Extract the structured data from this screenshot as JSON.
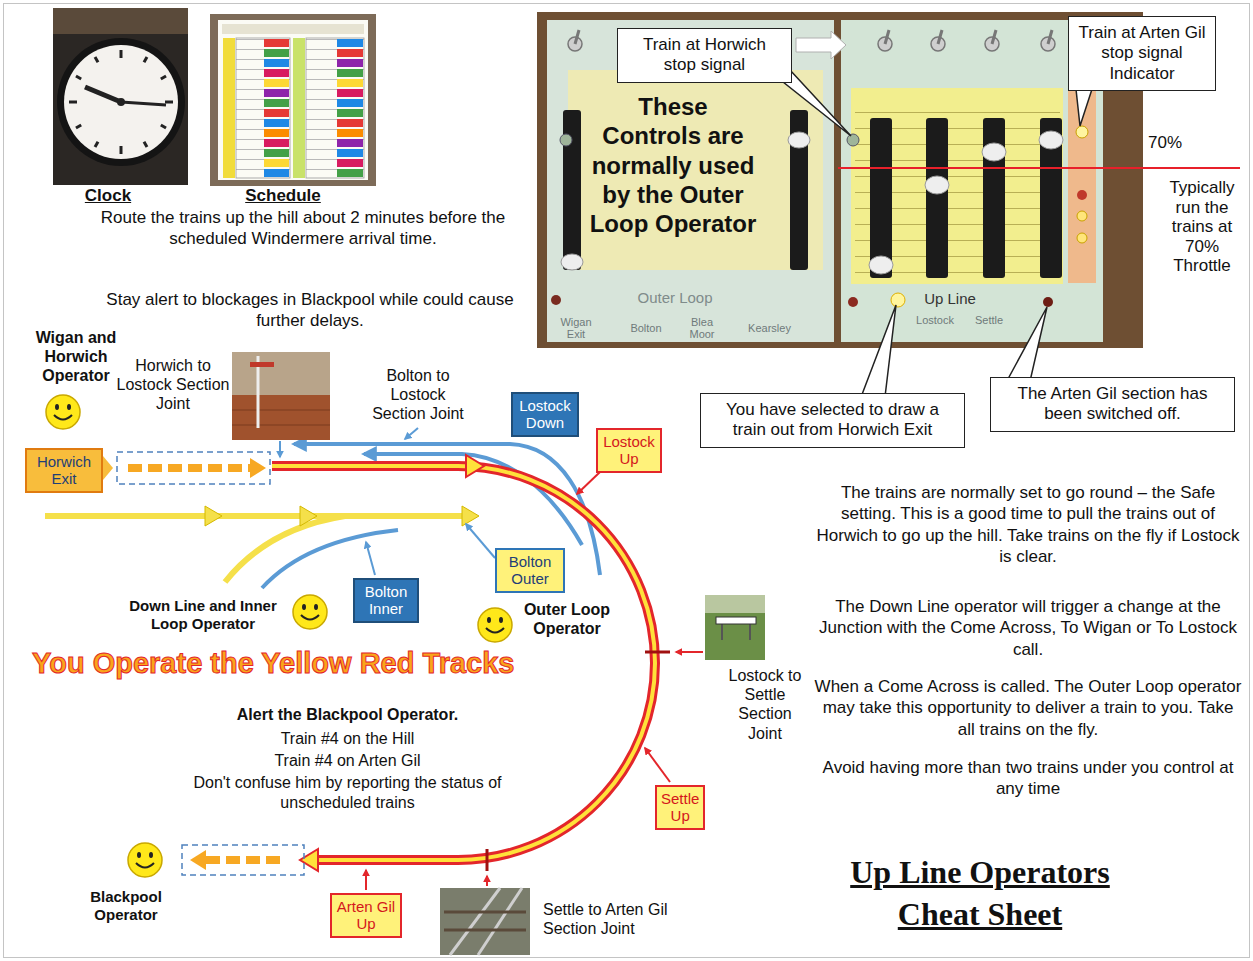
{
  "diagram": {
    "title": "Up Line Operators Cheat Sheet",
    "nodes": [
      {
        "text": [
          "Train at Horwich stop signal"
        ]
      },
      {
        "text": [
          "Train at Arten Gil stop signal Indicator"
        ]
      },
      {
        "text": [
          "You have selected to draw a train out from Horwich Exit"
        ]
      },
      {
        "text": [
          "The Arten Gil section has been switched off."
        ]
      },
      {
        "text": [
          "Wigan and Horwich Operator"
        ]
      },
      {
        "text": [
          "Horwich Exit"
        ]
      },
      {
        "text": [
          "Lostock Down"
        ]
      },
      {
        "text": [
          "Lostock Up"
        ]
      },
      {
        "text": [
          "Bolton Outer"
        ]
      },
      {
        "text": [
          "Bolton Inner"
        ]
      },
      {
        "text": [
          "Down Line and Inner Loop Operator"
        ]
      },
      {
        "text": [
          "Outer Loop Operator"
        ]
      },
      {
        "text": [
          "Settle Up"
        ]
      },
      {
        "text": [
          "Blackpool Operator"
        ]
      },
      {
        "text": [
          "Arten Gil Up"
        ]
      }
    ],
    "labels": [
      "Clock",
      "Schedule",
      "Route the trains up the hill about 2 minutes before the scheduled Windermere arrival time.",
      "Stay alert to blockages in Blackpool while could cause further delays.",
      "These Controls are normally used by the Outer Loop Operator",
      "70%",
      "Typically run the trains at 70% Throttle",
      "Outer Loop",
      "Up Line",
      "Wigan Exit",
      "Bolton",
      "Blea Moor",
      "Kearsley",
      "Lostock",
      "Settle",
      "Horwich to Lostock Section Joint",
      "Bolton to Lostock Section Joint",
      "You Operate the Yellow Red Tracks",
      "Lostock to Settle Section Joint",
      "Alert the Blackpool Operator.",
      "Train #4 on the Hill",
      "Train #4 on Arten Gil",
      "Don't confuse him by reporting the status of unscheduled trains",
      "Settle to Arten Gil Section Joint",
      "The trains are normally set to go round – the Safe setting. This is a good time to pull the trains out of Horwich to go up the hill. Take trains on the fly if Lostock is clear.",
      "The Down Line operator will trigger a change at the Junction with the Come Across, To Wigan or To Lostock call.",
      "When a Come Across is called. The Outer Loop operator may take this opportunity to deliver a train to you. Take all trains on the fly.",
      "Avoid having more than two trains under you control at any time"
    ]
  }
}
